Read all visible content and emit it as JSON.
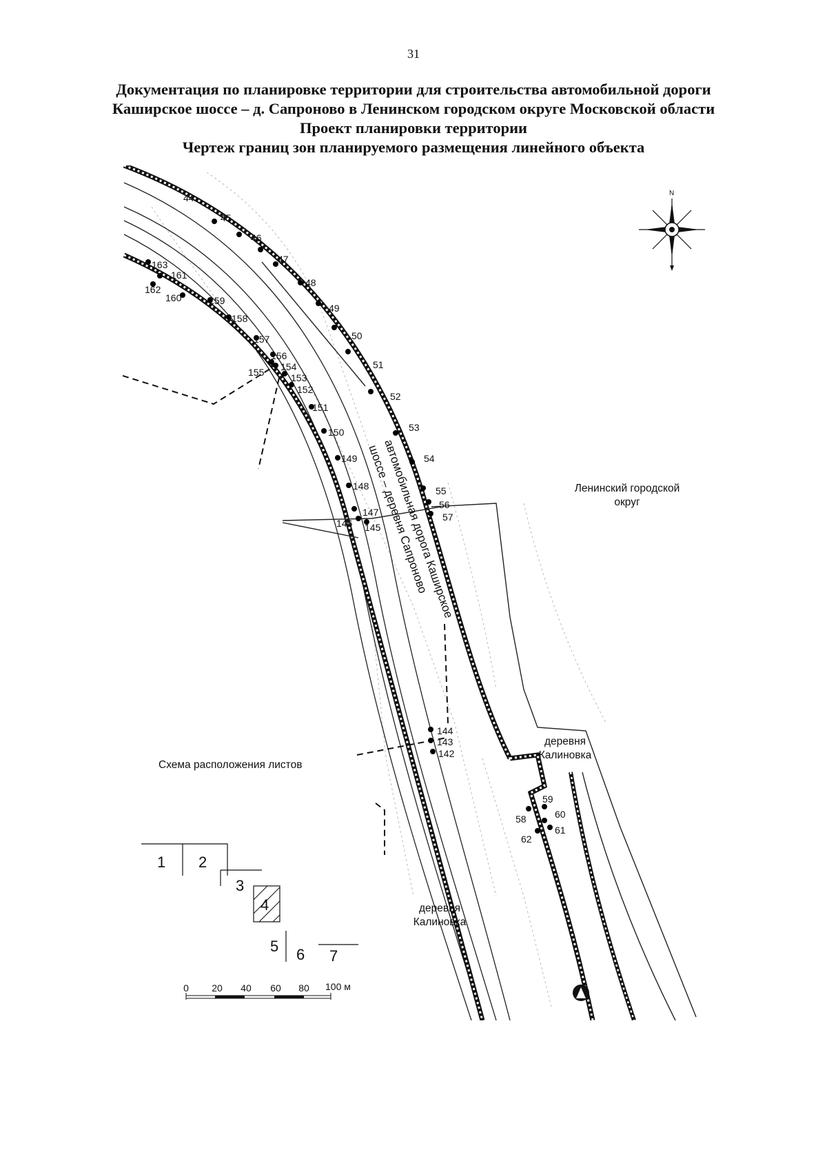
{
  "page": {
    "number": "31"
  },
  "title": {
    "line1": "Документация по планировке территории для строительства автомобильной дороги",
    "line2": "Каширское шоссе – д. Сапроново в Ленинском городском округе Московской области",
    "line3": "Проект планировки территории",
    "line4": "Чертеж границ зон планируемого размещения линейного объекта"
  },
  "map": {
    "north_label": "N",
    "district_line1": "Ленинский городской",
    "district_line2": "округ",
    "village_top_line1": "деревня",
    "village_top_line2": "Калиновка",
    "village_bottom_line1": "деревня",
    "village_bottom_line2": "Калиновка",
    "road_label_line1": "автомобильная дорога Каширское",
    "road_label_line2": "шоссе – деревня Сапроново",
    "sheets_label": "Схема расположения листов",
    "sheets": [
      "1",
      "2",
      "3",
      "4",
      "5",
      "6",
      "7"
    ],
    "scale": {
      "ticks": [
        "0",
        "20",
        "40",
        "60",
        "80"
      ],
      "end": "100 м"
    },
    "points": {
      "p44": "44",
      "p45": "45",
      "p46": "46",
      "p47": "47",
      "p48": "48",
      "p49": "49",
      "p50": "50",
      "p51": "51",
      "p52": "52",
      "p53": "53",
      "p54": "54",
      "p55": "55",
      "p56": "56",
      "p57": "57",
      "p58": "58",
      "p59": "59",
      "p60": "60",
      "p61": "61",
      "p62": "62",
      "p142": "142",
      "p143": "143",
      "p144": "144",
      "p145": "145",
      "p146": "146",
      "p147": "147",
      "p148": "148",
      "p149": "149",
      "p150": "150",
      "p151": "151",
      "p152": "152",
      "p153": "153",
      "p154": "154",
      "p155": "155",
      "p156": "156",
      "p157": "157",
      "p158": "158",
      "p159": "159",
      "p160": "160",
      "p161": "161",
      "p162": "162",
      "p163": "163"
    }
  }
}
